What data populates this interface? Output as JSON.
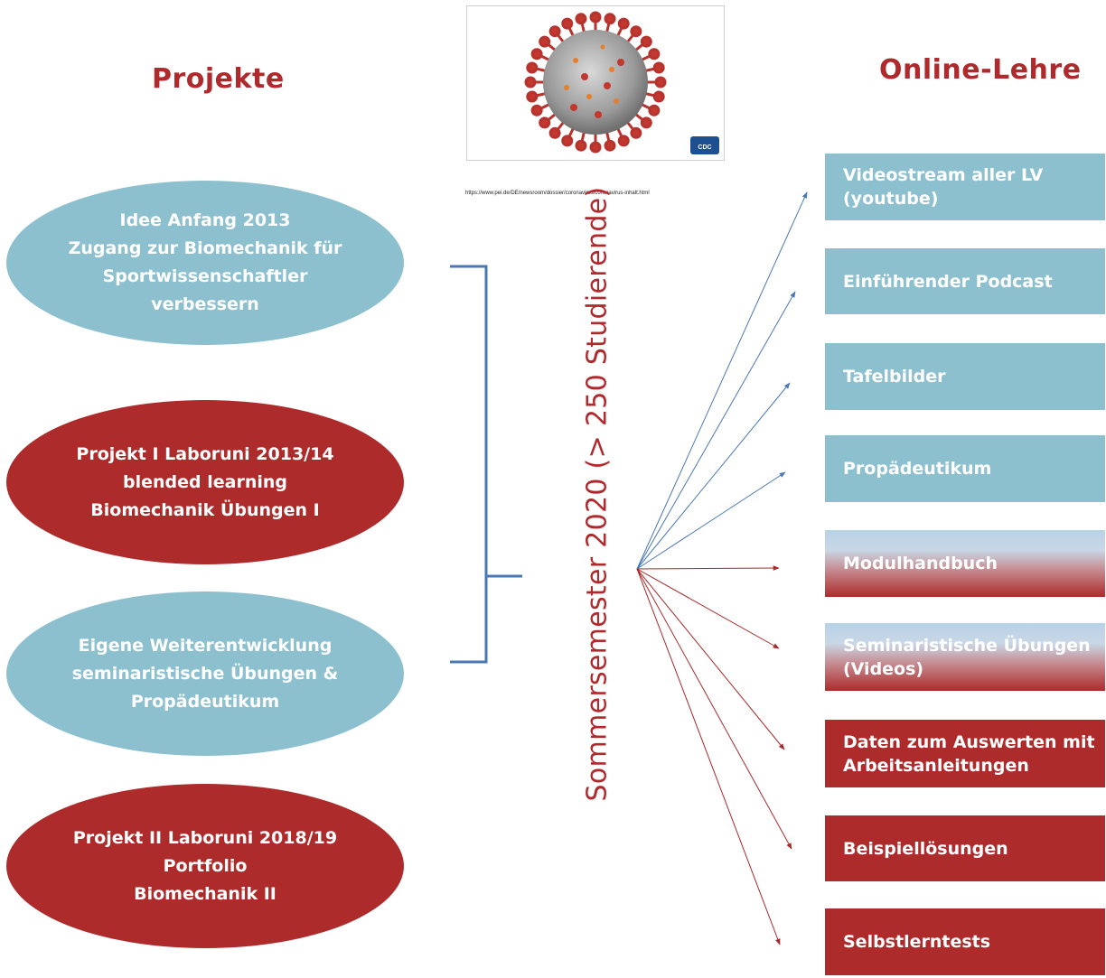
{
  "headings": {
    "left": "Projekte",
    "right": "Online-Lehre"
  },
  "image": {
    "caption_url": "https://www.pei.de/DE/newsroom/dossier/coronavirus/coronavirus-inhalt.html",
    "badge_text": "CDC"
  },
  "center_label": "Sommersemester 2020 (> 250 Studierende)",
  "projects": [
    {
      "text": "Idee Anfang 2013\nZugang zur Biomechanik für\nSportwissenschaftler\nverbessern",
      "color": "#8dc0ce"
    },
    {
      "text": "Projekt I  Laboruni 2013/14\nblended learning\nBiomechanik Übungen I",
      "color": "#ad2b2b"
    },
    {
      "text": "Eigene Weiterentwicklung\nseminaristische Übungen &\nPropädeutikum",
      "color": "#8dc0ce"
    },
    {
      "text": "Projekt II  Laboruni 2018/19\nPortfolio\nBiomechanik II",
      "color": "#ad2b2b"
    }
  ],
  "online": [
    {
      "text": "Videostream aller LV\n(youtube)",
      "style": "blue"
    },
    {
      "text": "Einführender Podcast",
      "style": "blue"
    },
    {
      "text": "Tafelbilder",
      "style": "blue"
    },
    {
      "text": "Propädeutikum",
      "style": "blue"
    },
    {
      "text": "Modulhandbuch",
      "style": "gradient"
    },
    {
      "text": "Seminaristische Übungen\n(Videos)",
      "style": "gradient"
    },
    {
      "text": "Daten zum Auswerten mit\nArbeitsanleitungen",
      "style": "red"
    },
    {
      "text": "Beispiellösungen",
      "style": "red"
    },
    {
      "text": "Selbstlerntests",
      "style": "red"
    }
  ],
  "colors": {
    "accent_red": "#b02a2d",
    "light_blue": "#8dc0ce",
    "dark_red": "#ad2b2b",
    "bracket_blue": "#4a78b5",
    "arrow_blue": "#4a78b5",
    "arrow_red": "#a82a2a"
  }
}
